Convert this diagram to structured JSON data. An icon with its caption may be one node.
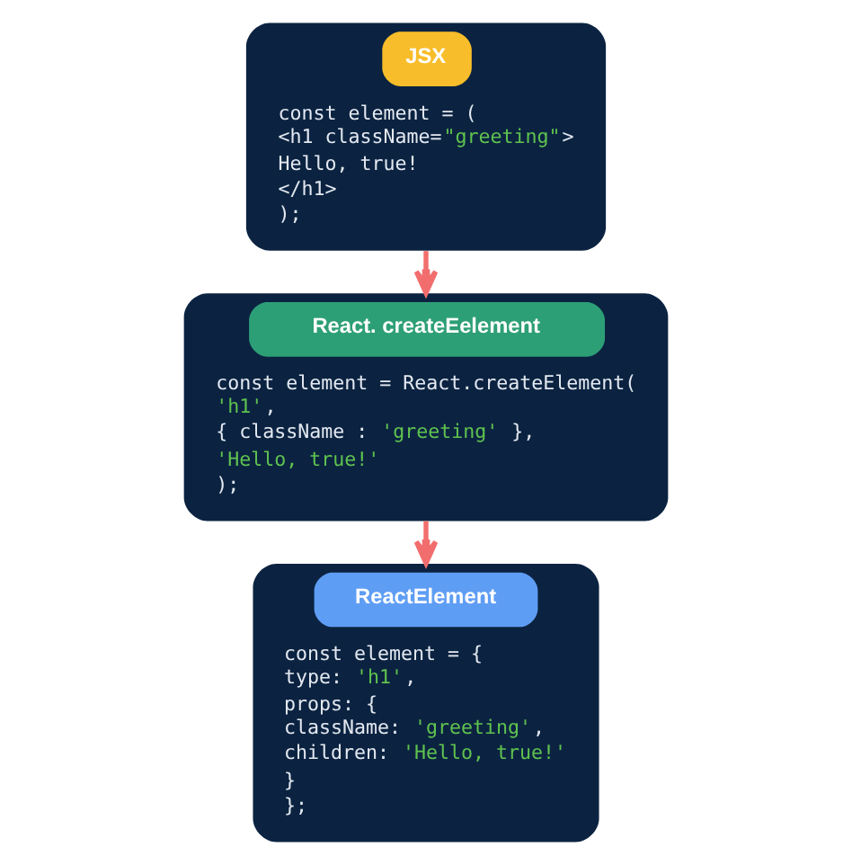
{
  "diagram": {
    "nodes": [
      {
        "text": [
          "JSX",
          "const element = (",
          "<h1 className=\"greeting\">",
          "Hello, true!",
          "</h1>",
          ");"
        ]
      },
      {
        "text": [
          "React. createEelement",
          "const element = React.createElement(",
          "'h1',",
          "{ className : 'greeting' },",
          "'Hello, true!'",
          ");"
        ]
      },
      {
        "text": [
          "ReactElement",
          "const element = {",
          "type: 'h1',",
          "props: {",
          "className: 'greeting',",
          "children: 'Hello, true!'",
          "}",
          "};"
        ]
      }
    ],
    "edges": [
      {
        "from": 0,
        "to": 1,
        "arrow": "to"
      },
      {
        "from": 1,
        "to": 2,
        "arrow": "to"
      }
    ]
  }
}
